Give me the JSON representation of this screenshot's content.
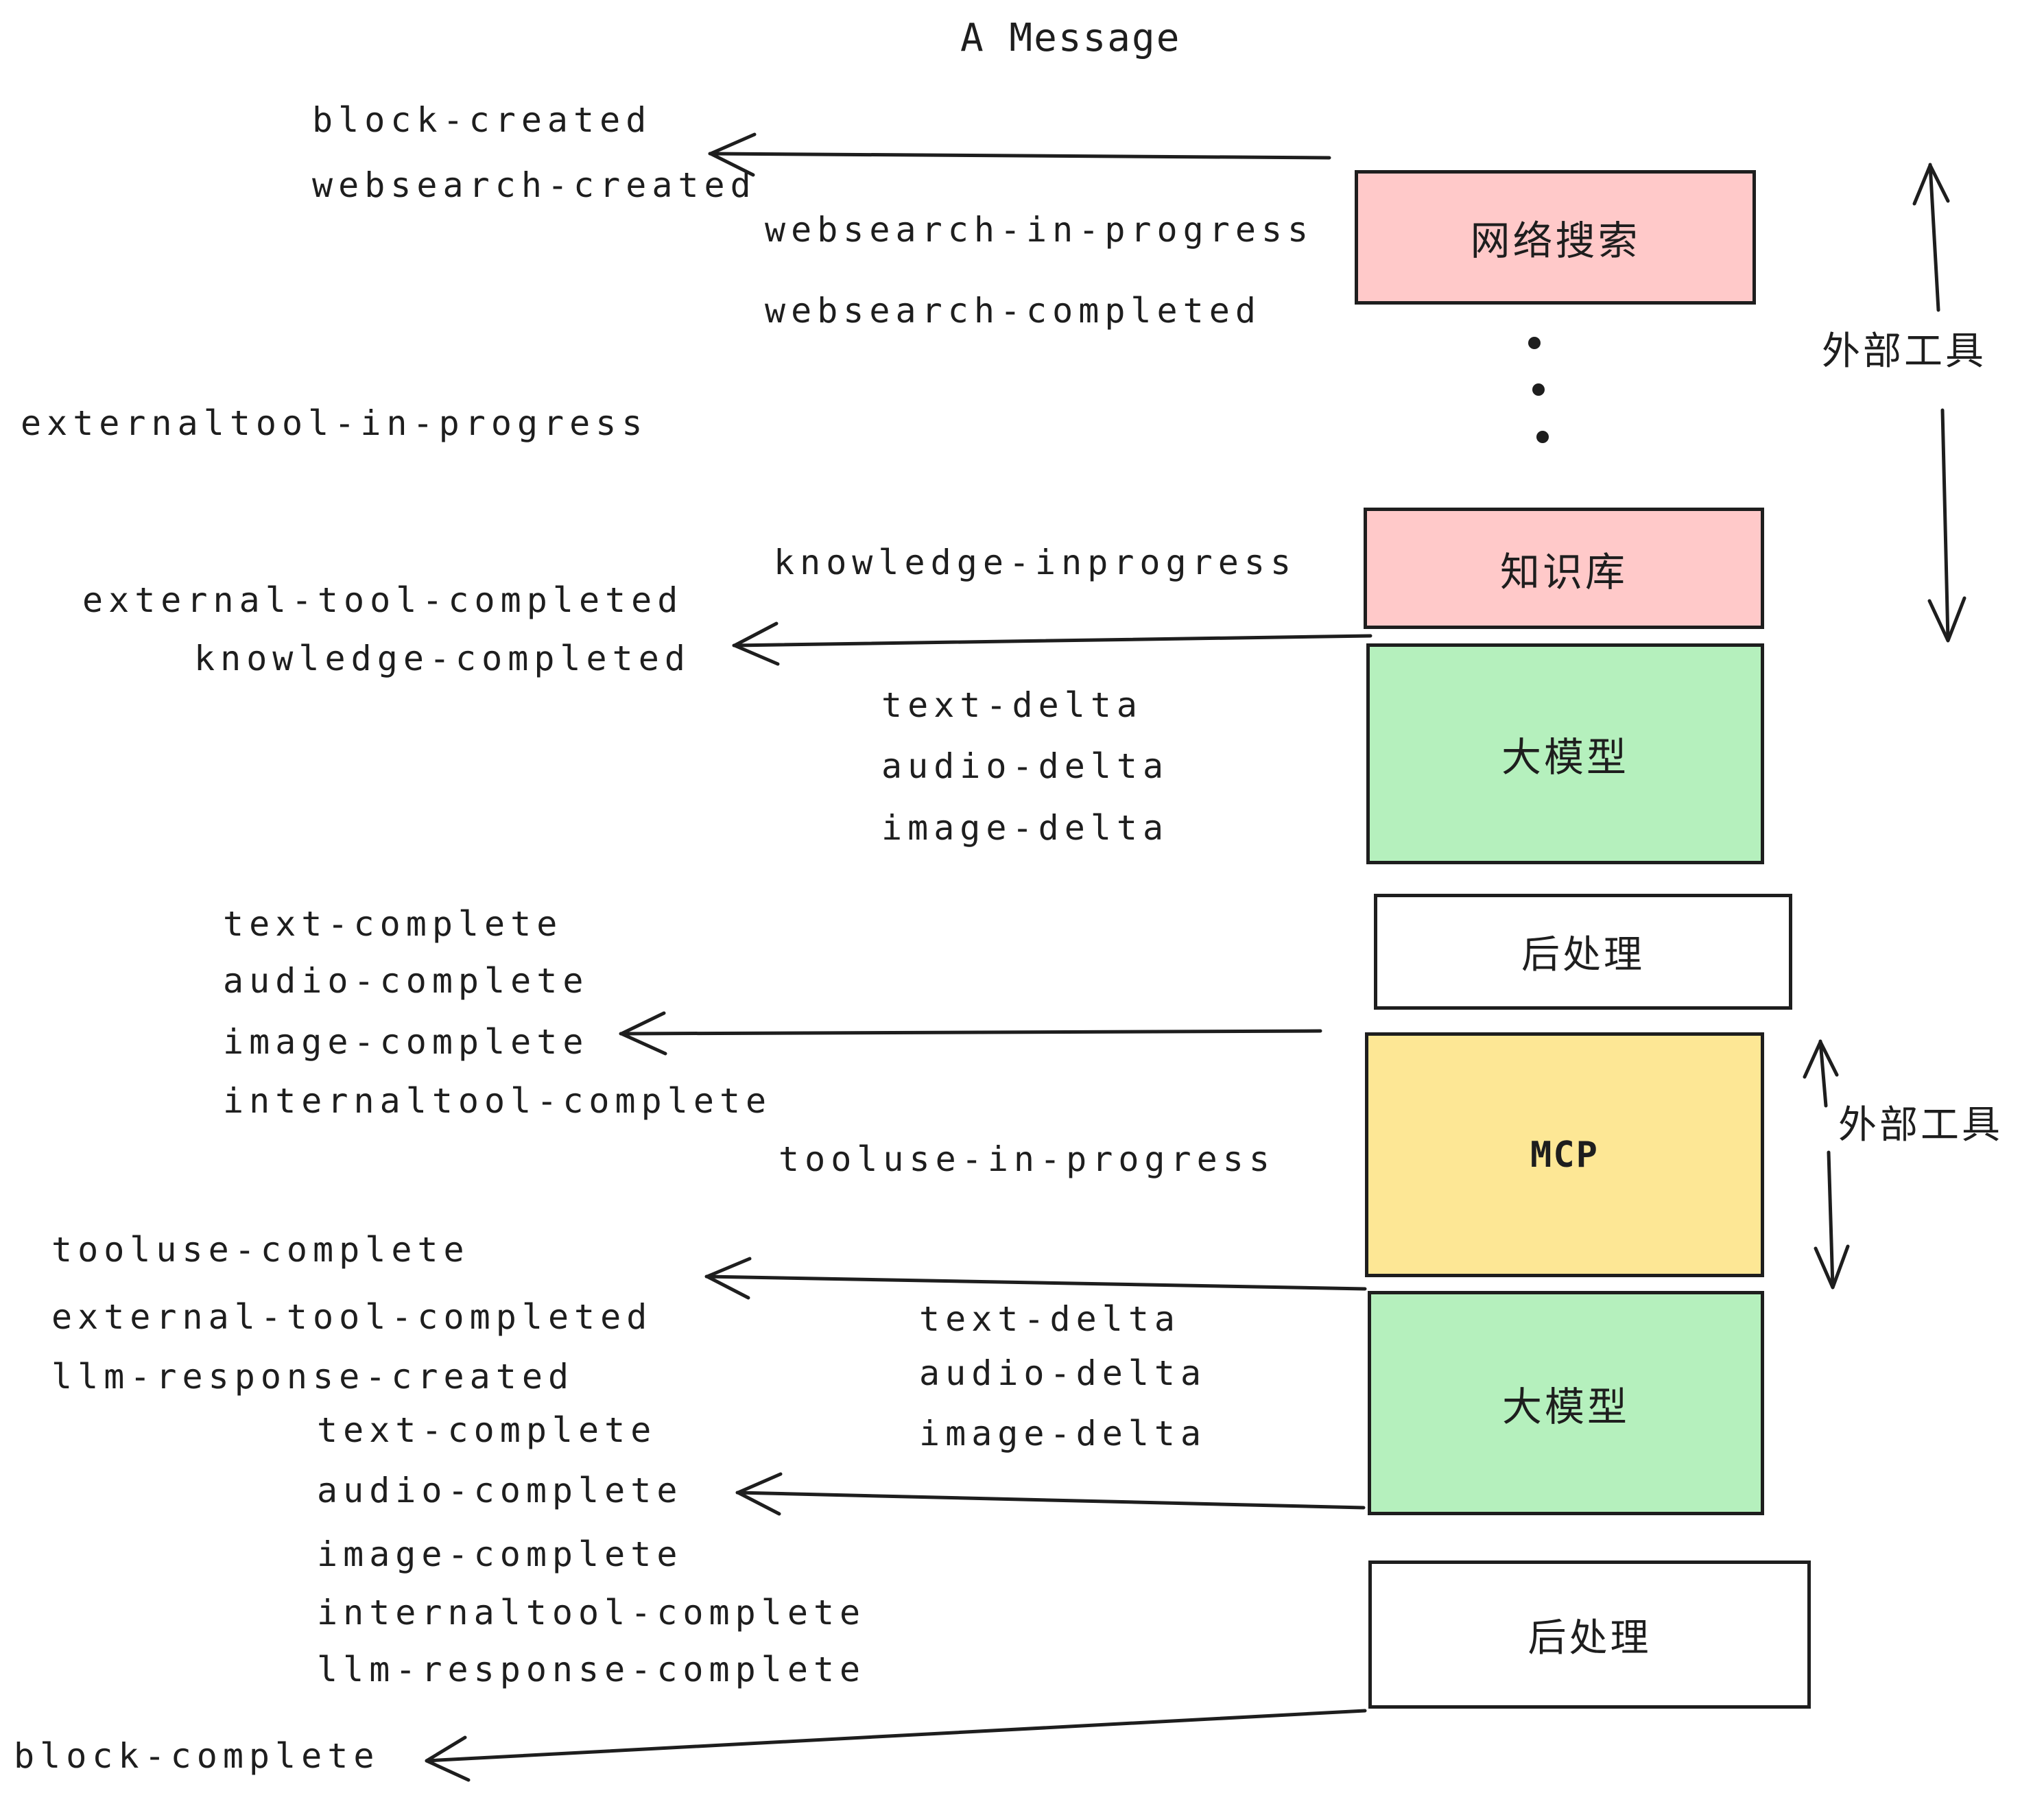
{
  "title": "A Message",
  "events": {
    "block_created": "block-created",
    "websearch_created": "websearch-created",
    "websearch_in_progress": "websearch-in-progress",
    "websearch_completed": "websearch-completed",
    "externaltool_in_progress": "externaltool-in-progress",
    "external_tool_completed": "external-tool-completed",
    "knowledge_inprogress": "knowledge-inprogress",
    "knowledge_completed": "knowledge-completed",
    "text_delta": "text-delta",
    "audio_delta": "audio-delta",
    "image_delta": "image-delta",
    "text_complete": "text-complete",
    "audio_complete": "audio-complete",
    "image_complete": "image-complete",
    "internaltool_complete": "internaltool-complete",
    "tooluse_in_progress": "tooluse-in-progress",
    "tooluse_complete": "tooluse-complete",
    "llm_response_created": "llm-response-created",
    "llm_response_complete": "llm-response-complete",
    "block_complete": "block-complete"
  },
  "boxes": {
    "websearch": {
      "label": "网络搜索",
      "fill": "#ffc9c9"
    },
    "knowledge": {
      "label": "知识库",
      "fill": "#ffc9c9"
    },
    "llm": {
      "label": "大模型",
      "fill": "#b5f0bd"
    },
    "postprocess": {
      "label": "后处理",
      "fill": "#ffffff"
    },
    "mcp": {
      "label": "MCP",
      "fill": "#fde795"
    }
  },
  "annotations": {
    "external_tools": "外部工具"
  },
  "colors": {
    "stroke": "#1e1e1e",
    "pink": "#ffc9c9",
    "green": "#b5f0bd",
    "yellow": "#fde795",
    "white": "#ffffff"
  }
}
